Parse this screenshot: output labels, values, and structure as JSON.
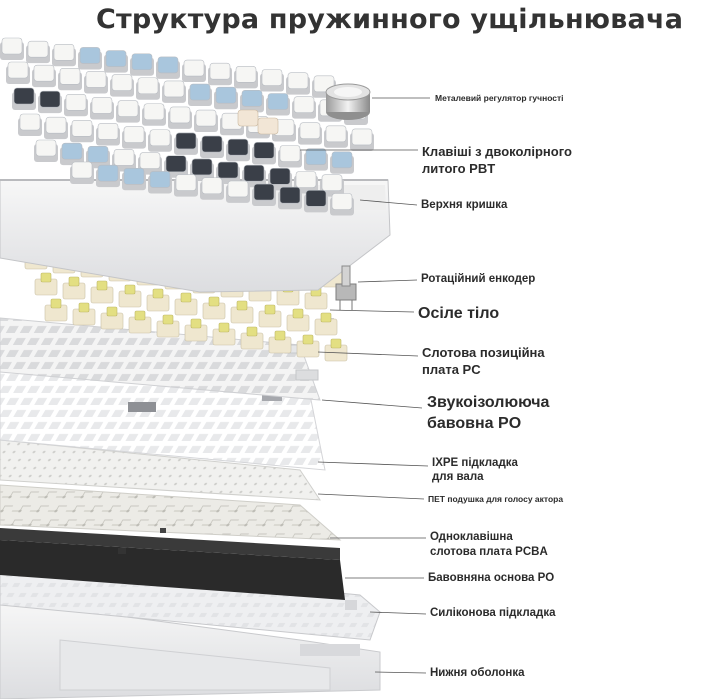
{
  "title": "Структура пружинного ущільнювача",
  "labels": {
    "knob": "Металевий регулятор гучності",
    "keycaps_1": "Клавіші з двоколірного",
    "keycaps_2": "литого PBT",
    "top_case": "Верхня кришка",
    "encoder": "Ротаційний енкодер",
    "axis_body": "Осіле тіло",
    "plate_1": "Слотова позиційна",
    "plate_2": "плата PC",
    "foam_1": "Звукоізолююча",
    "foam_2": "бавовна PO",
    "ixpe_1": "IXPE підкладка",
    "ixpe_2": "для вала",
    "pet": "ПЕТ подушка для голосу актора",
    "pcb_1": "Одноклавішна",
    "pcb_2": "слотова плата PCBA",
    "base_foam": "Бавовняна основа PO",
    "silicone": "Силіконова підкладка",
    "bottom": "Нижня оболонка"
  },
  "colors": {
    "background": "#ffffff",
    "keycap_white": "#f6f6f4",
    "keycap_blue": "#a9c6dd",
    "keycap_dark": "#3a3f48",
    "switch_yellow": "#e3df82",
    "switch_cream": "#efe7cf",
    "pcb_black": "#2a2a2a",
    "leader_line": "#555555"
  }
}
